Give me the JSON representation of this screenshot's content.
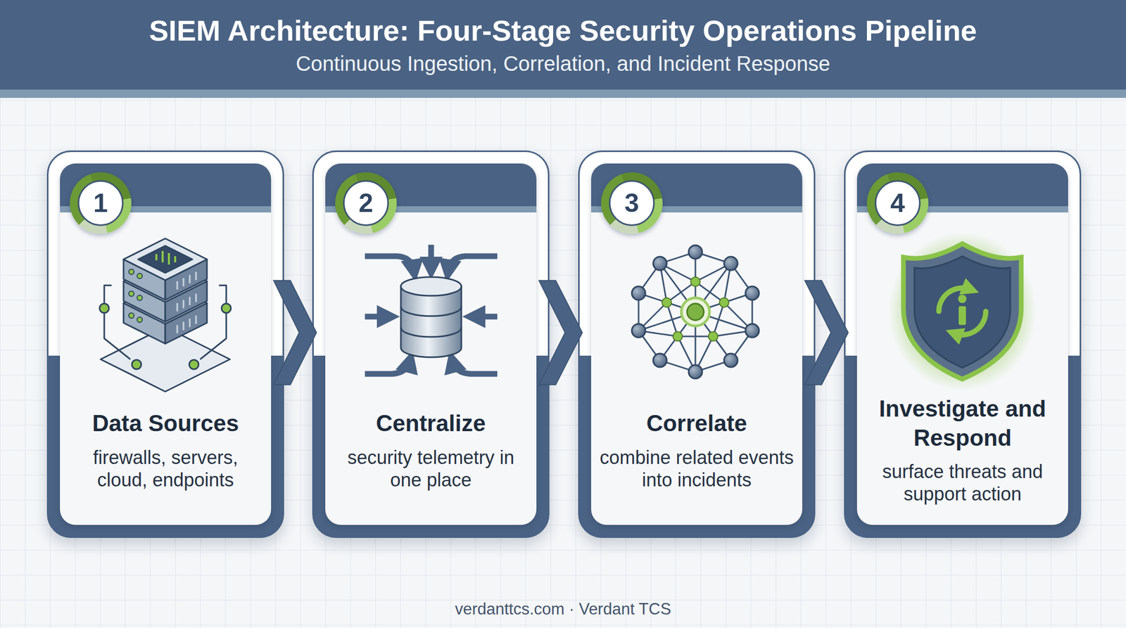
{
  "diagram": {
    "title": "SIEM Architecture: Four-Stage Security Operations Pipeline",
    "nodes": [
      {
        "text": [
          "Data Sources",
          "firewalls, servers, cloud, endpoints"
        ]
      },
      {
        "text": [
          "1"
        ],
        "in": 0
      },
      {
        "text": [
          "Centralize",
          "security telemetry in one place"
        ]
      },
      {
        "text": [
          "2"
        ],
        "in": 2
      },
      {
        "text": [
          "Correlate",
          "combine related events into incidents"
        ]
      },
      {
        "text": [
          "3"
        ],
        "in": 4
      },
      {
        "text": [
          "Investigate and Respond",
          "surface threats and support action"
        ]
      },
      {
        "text": [
          "4"
        ],
        "in": 6
      }
    ],
    "edges": [
      {
        "from": 0,
        "to": 2,
        "arrow": "to"
      },
      {
        "from": 2,
        "to": 4,
        "arrow": "to"
      },
      {
        "from": 4,
        "to": 6,
        "arrow": "to"
      }
    ],
    "labels": [
      "Continuous Ingestion, Correlation, and Incident Response",
      "verdanttcs.com · Verdant TCS"
    ]
  }
}
